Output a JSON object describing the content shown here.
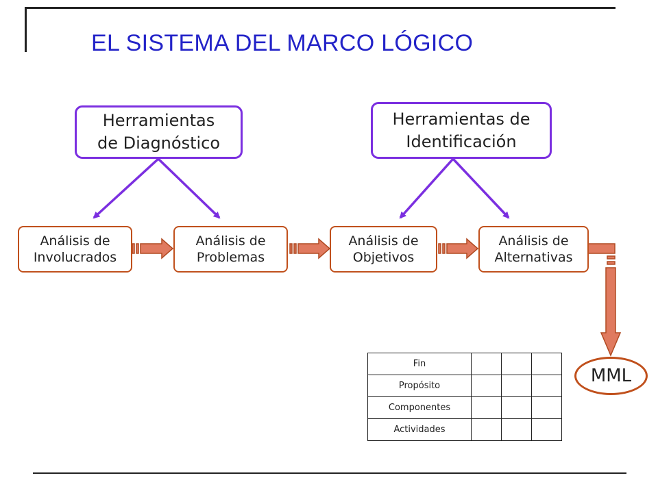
{
  "title": "EL SISTEMA DEL MARCO LÓGICO",
  "tools": {
    "diagnostico": "Herramientas\nde Diagnóstico",
    "identificacion": "Herramientas de\nIdentificación"
  },
  "steps": {
    "involucrados": "Análisis de\nInvolucrados",
    "problemas": "Análisis de\nProblemas",
    "objetivos": "Análisis de\nObjetivos",
    "alternativas": "Análisis de\nAlternativas"
  },
  "mml": "MML",
  "table_rows": [
    "Fin",
    "Propósito",
    "Componentes",
    "Actividades"
  ],
  "colors": {
    "title": "#2323c8",
    "tool_border": "#7b2fe0",
    "step_border": "#c0501c",
    "block_arrow_fill": "#e07a5f"
  }
}
